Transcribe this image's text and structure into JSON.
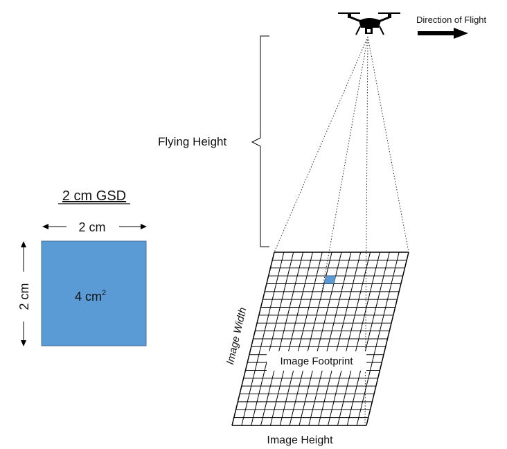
{
  "labels": {
    "direction": "Direction of Flight",
    "flying_height": "Flying Height",
    "gsd_title": "2 cm GSD",
    "width_dim": "2 cm",
    "height_dim": "2 cm",
    "area_value": "4 cm",
    "area_exponent": "2",
    "image_width": "Image Width",
    "image_footprint": "Image Footprint",
    "image_height": "Image Height"
  },
  "colors": {
    "pixel_fill": "#5b9bd5",
    "pixel_border": "#41719c",
    "line": "#000000"
  },
  "icons": {
    "drone": "drone-icon",
    "arrow": "arrow-right-icon"
  },
  "grid": {
    "columns": 14,
    "rows": 22,
    "highlight_col": 6,
    "highlight_row": 3
  }
}
